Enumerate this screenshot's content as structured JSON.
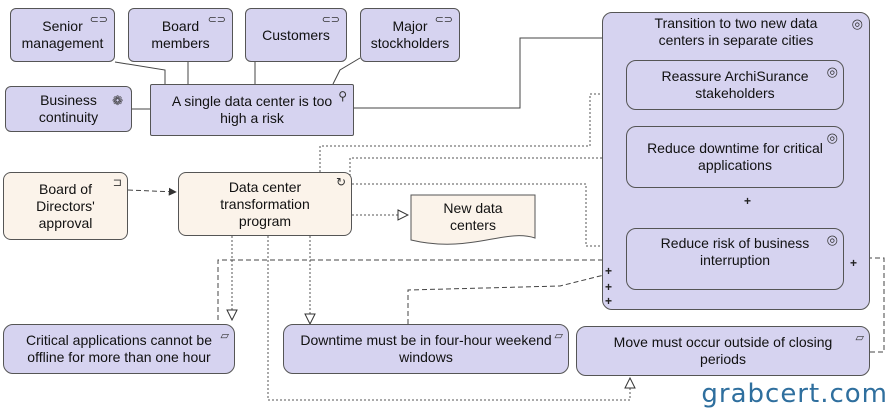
{
  "stakeholders": {
    "senior": "Senior management",
    "board": "Board members",
    "customers": "Customers",
    "stockholders": "Major stockholders"
  },
  "driver": {
    "continuity": "Business continuity"
  },
  "assessment": {
    "risk": "A single data center is too high a risk"
  },
  "goal": {
    "transition": "Transition to two new data centers in separate cities"
  },
  "outcomes": {
    "reassure": "Reassure ArchiSurance stakeholders",
    "downtime": "Reduce downtime for critical applications",
    "risk": "Reduce risk of business interruption"
  },
  "implementation": {
    "approval": "Board of Directors' approval",
    "program": "Data center transformation program",
    "deliverable": "New data centers"
  },
  "requirements": {
    "critical": "Critical applications cannot be offline for more than one hour",
    "weekend": "Downtime must be in four-hour weekend windows",
    "closing": "Move must occur outside of closing periods"
  },
  "relation_marks": {
    "plus": "+"
  },
  "watermark": "grabcert.com",
  "colors": {
    "motivation": "#d6d3f0",
    "implementation": "#fbf3ea",
    "watermark": "#2f6f9e"
  }
}
